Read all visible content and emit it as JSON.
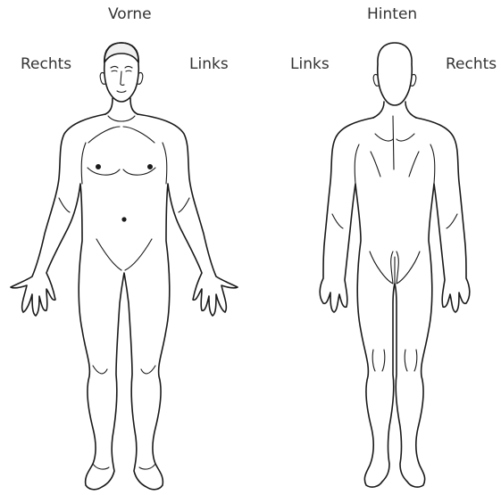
{
  "views": {
    "front": {
      "title": "Vorne",
      "side_left_of_image": "Rechts",
      "side_right_of_image": "Links"
    },
    "back": {
      "title": "Hinten",
      "side_left_of_image": "Links",
      "side_right_of_image": "Rechts"
    }
  },
  "colors": {
    "outline": "#1a1a1a",
    "text": "#333333",
    "background": "#ffffff"
  }
}
